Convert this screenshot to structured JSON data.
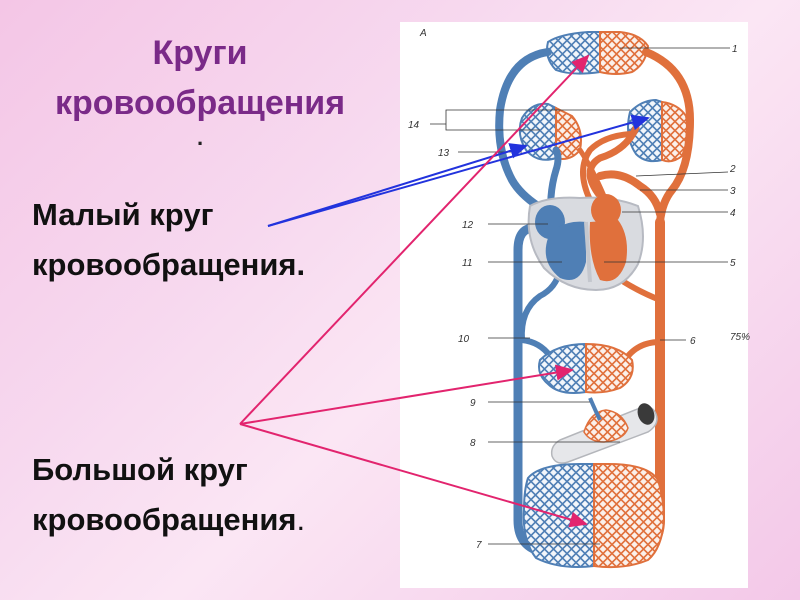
{
  "title": {
    "line1": "Круги",
    "line2": "кровообращения",
    "dot": "."
  },
  "pulmonary_label": {
    "line1": "Малый круг",
    "line2": "кровообращения."
  },
  "systemic_label": {
    "line1": "Большой круг",
    "line2": "кровообращения",
    "tail": "."
  },
  "diagram": {
    "corner_letter": "А",
    "figure_percent": "75%",
    "callouts": [
      "1",
      "2",
      "3",
      "4",
      "5",
      "6",
      "7",
      "8",
      "9",
      "10",
      "11",
      "12",
      "13",
      "14"
    ]
  },
  "colors": {
    "title": "#7a2a88",
    "venous_blue": "#4f7fb5",
    "arterial_red": "#e0703c",
    "pulmonary_arrow": "#2233dd",
    "systemic_arrow": "#e2246e"
  }
}
